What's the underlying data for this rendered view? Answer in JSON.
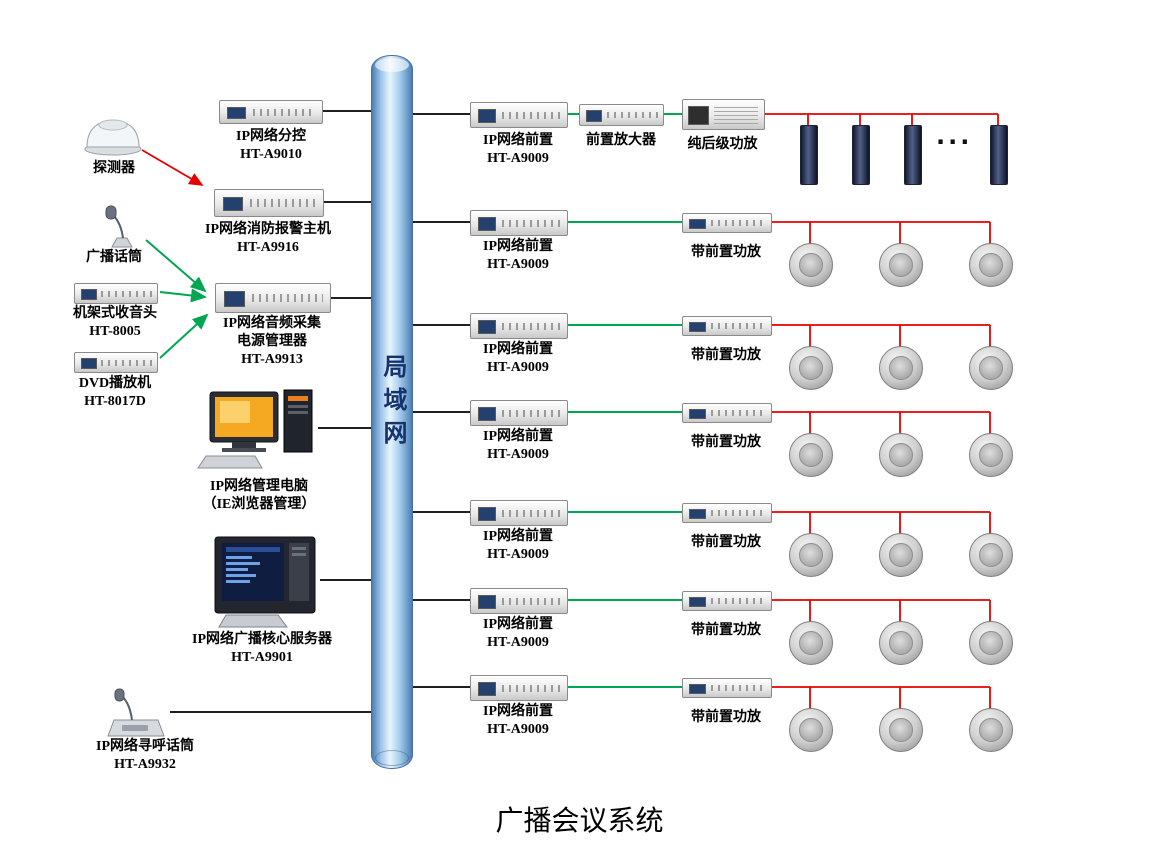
{
  "title": "广播会议系统",
  "lan": {
    "label": "局域网"
  },
  "colors": {
    "line_black": "#000000",
    "line_green": "#00a651",
    "line_red": "#e60000",
    "tube_fill": "#a9cdec"
  },
  "left": {
    "detector": {
      "label": "探测器"
    },
    "subcontrol": {
      "name": "IP网络分控",
      "model": "HT-A9010"
    },
    "fire_alarm": {
      "name": "IP网络消防报警主机",
      "model": "HT-A9916"
    },
    "broadcast_mic": {
      "label": "广播话筒"
    },
    "tuner": {
      "name": "机架式收音头",
      "model": "HT-8005"
    },
    "dvd": {
      "name": "DVD播放机",
      "model": "HT-8017D"
    },
    "collector": {
      "name_line1": "IP网络音频采集",
      "name_line2": "电源管理器",
      "model": "HT-A9913"
    },
    "pc": {
      "name": "IP网络管理电脑",
      "note": "（IE浏览器管理）"
    },
    "server": {
      "name": "IP网络广播核心服务器",
      "model": "HT-A9901"
    },
    "paging_mic": {
      "name": "IP网络寻呼话筒",
      "model": "HT-A9932"
    }
  },
  "zone1": {
    "preamp_name": "IP网络前置",
    "preamp_model": "HT-A9009",
    "pre_amplifier": "前置放大器",
    "power_amplifier": "纯后级功放",
    "ellipsis": "···"
  },
  "zones": [
    {
      "preamp_name": "IP网络前置",
      "preamp_model": "HT-A9009",
      "amplifier": "带前置功放"
    },
    {
      "preamp_name": "IP网络前置",
      "preamp_model": "HT-A9009",
      "amplifier": "带前置功放"
    },
    {
      "preamp_name": "IP网络前置",
      "preamp_model": "HT-A9009",
      "amplifier": "带前置功放"
    },
    {
      "preamp_name": "IP网络前置",
      "preamp_model": "HT-A9009",
      "amplifier": "带前置功放"
    },
    {
      "preamp_name": "IP网络前置",
      "preamp_model": "HT-A9009",
      "amplifier": "带前置功放"
    },
    {
      "preamp_name": "IP网络前置",
      "preamp_model": "HT-A9009",
      "amplifier": "带前置功放"
    }
  ]
}
